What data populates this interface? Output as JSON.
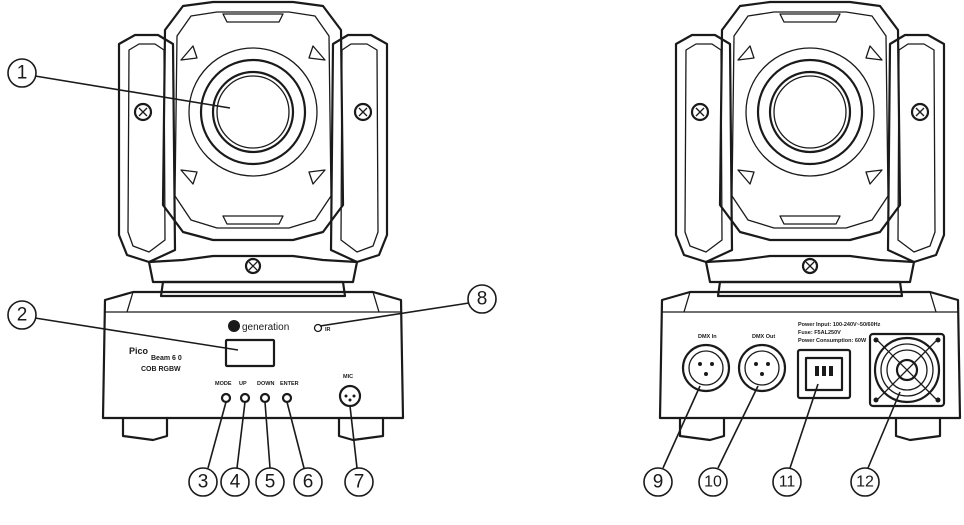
{
  "front_panel": {
    "brand": "generation",
    "model_line1": "Pico",
    "model_line2": "Beam 6 0",
    "model_line3": "COB RGBW",
    "ir_label": "IR",
    "buttons": [
      "MODE",
      "UP",
      "DOWN",
      "ENTER"
    ],
    "mic_label": "MIC"
  },
  "back_panel": {
    "dmx_in": "DMX In",
    "dmx_out": "DMX Out",
    "power_input": "Power Input: 100-240V~50/60Hz",
    "fuse": "Fuse: F5AL250V",
    "power_consumption": "Power Consumption: 60W"
  },
  "callouts": [
    "1",
    "2",
    "3",
    "4",
    "5",
    "6",
    "7",
    "8",
    "9",
    "10",
    "11",
    "12"
  ]
}
